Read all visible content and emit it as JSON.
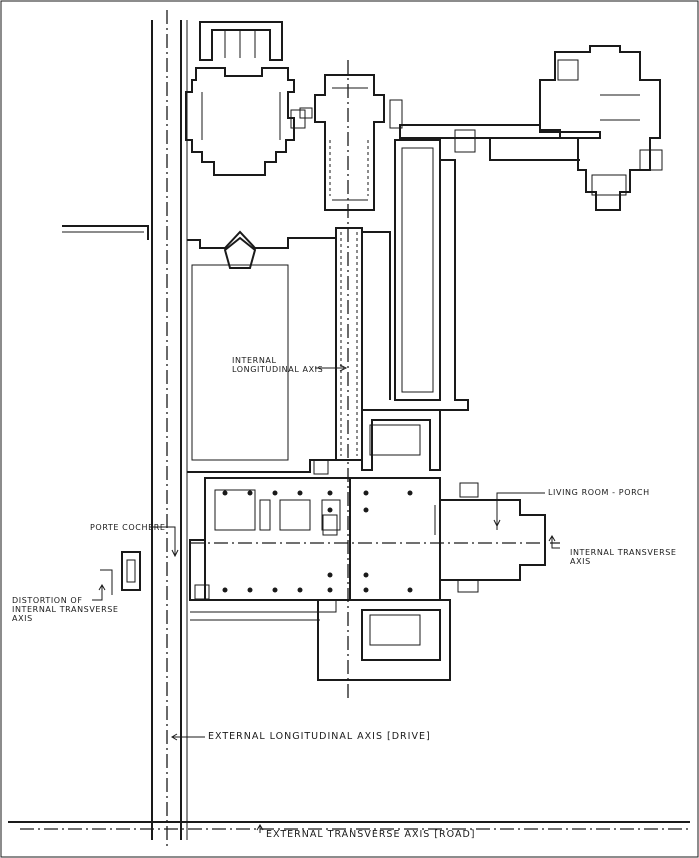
{
  "labels": {
    "internal_longitudinal": [
      "INTERNAL",
      "LONGITUDINAL AXIS"
    ],
    "living_room_porch": "LIVING ROOM - PORCH",
    "porte_cochere": "PORTE COCHERE",
    "internal_transverse": [
      "INTERNAL TRANSVERSE",
      "AXIS"
    ],
    "distortion": [
      "DISTORTION OF",
      "INTERNAL TRANSVERSE",
      "AXIS"
    ],
    "external_longitudinal": "EXTERNAL LONGITUDINAL AXIS [DRIVE]",
    "external_transverse": "EXTERNAL TRANSVERSE AXIS [ROAD]"
  },
  "colors": {
    "ink": "#1a1a1a",
    "paper": "#ffffff"
  }
}
